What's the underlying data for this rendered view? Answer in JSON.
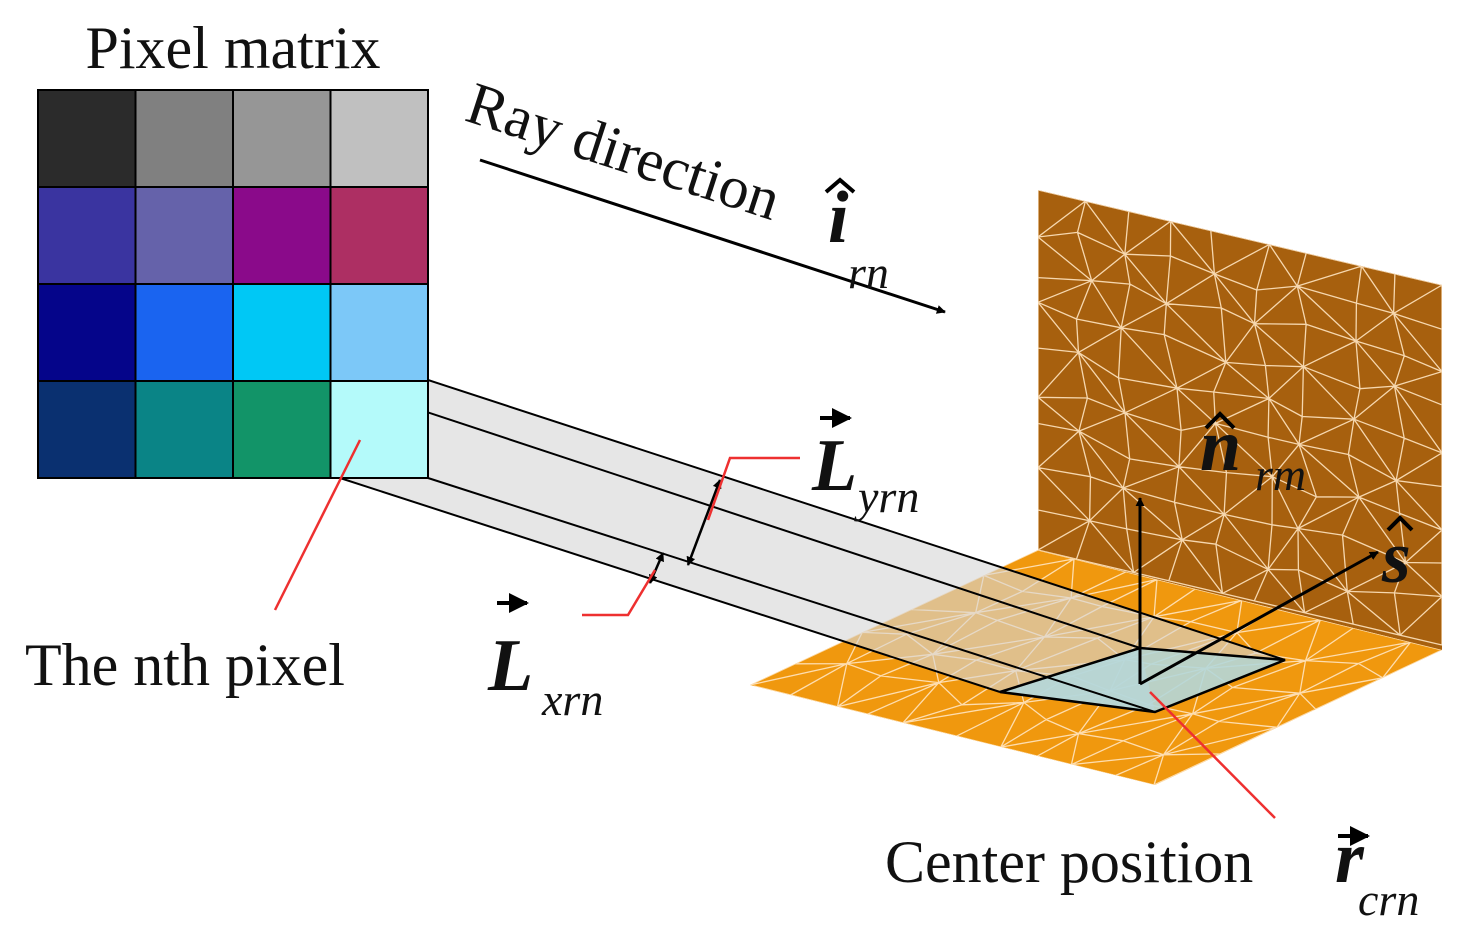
{
  "labels": {
    "pixel_matrix": "Pixel matrix",
    "ray_direction": "Ray direction",
    "nth_pixel": "The nth pixel",
    "center_position": "Center position"
  },
  "symbols": {
    "i_rn": {
      "base": "i",
      "sub": "rn"
    },
    "L_yrn": {
      "base": "L",
      "sub": "yrn"
    },
    "L_xrn": {
      "base": "L",
      "sub": "xrn"
    },
    "n_rm": {
      "base": "n",
      "sub": "rm"
    },
    "s": {
      "base": "s"
    },
    "r_crn": {
      "base": "r",
      "sub": "crn"
    }
  },
  "pixel_colors": [
    [
      "#2b2b2b",
      "#808080",
      "#969696",
      "#c0c0c0"
    ],
    [
      "#3a34a0",
      "#6562aa",
      "#8a0a8a",
      "#ad2f63"
    ],
    [
      "#05058a",
      "#1a64f0",
      "#00c8f5",
      "#7cc8f8"
    ],
    [
      "#0a3070",
      "#0a8486",
      "#129468",
      "#b4fafa"
    ]
  ],
  "colors": {
    "wall": "#a7600e",
    "floor": "#f0980e",
    "mesh": "#ffe4c0",
    "beam": "#d7d7d7",
    "footprint": "#b4d7da",
    "leader": "#ee3030"
  }
}
